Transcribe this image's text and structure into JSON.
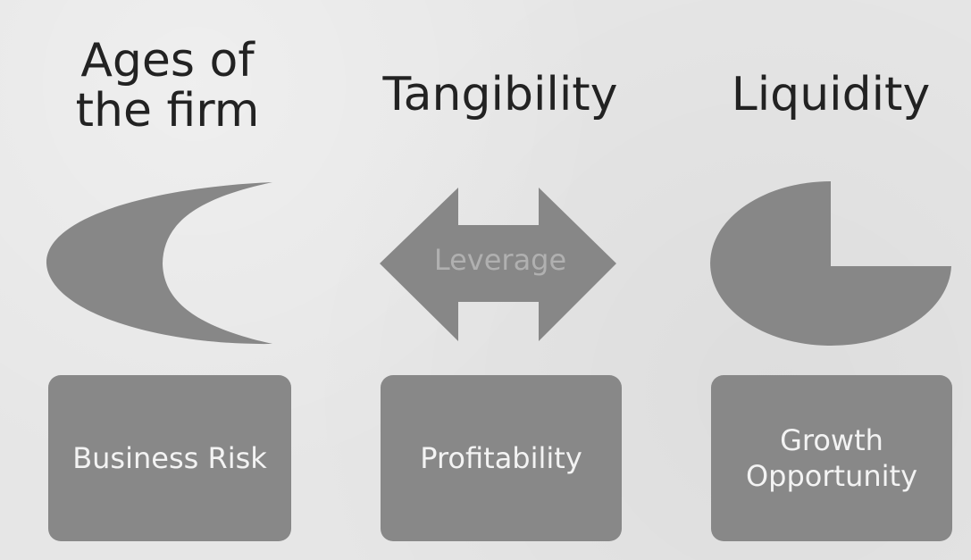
{
  "headings": {
    "ages_of_firm": "Ages of\nthe firm",
    "tangibility": "Tangibility",
    "liquidity": "Liquidity"
  },
  "center_label": "Leverage",
  "boxes": {
    "business_risk": "Business Risk",
    "profitability": "Profitability",
    "growth_opportunity": "Growth\nOpportunity"
  },
  "colors": {
    "background": "#e6e6e6",
    "shape": "#878787",
    "text_dark": "#222222",
    "text_light": "#f3f3f3"
  }
}
